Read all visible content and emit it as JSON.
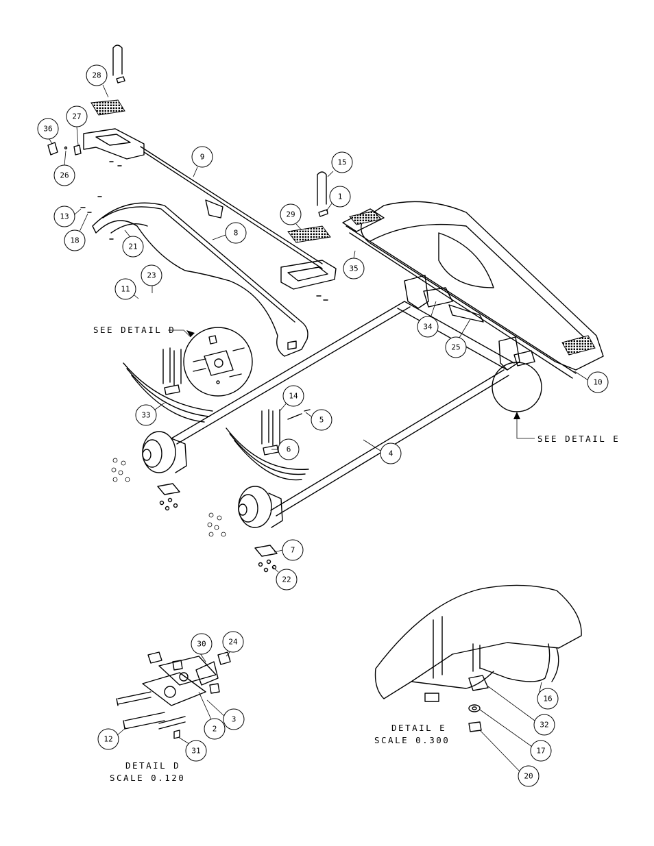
{
  "callouts": [
    {
      "id": "1",
      "label": "1"
    },
    {
      "id": "2",
      "label": "2"
    },
    {
      "id": "3",
      "label": "3"
    },
    {
      "id": "4",
      "label": "4"
    },
    {
      "id": "5",
      "label": "5"
    },
    {
      "id": "6",
      "label": "6"
    },
    {
      "id": "7",
      "label": "7"
    },
    {
      "id": "8",
      "label": "8"
    },
    {
      "id": "9",
      "label": "9"
    },
    {
      "id": "10",
      "label": "10"
    },
    {
      "id": "11",
      "label": "11"
    },
    {
      "id": "12",
      "label": "12"
    },
    {
      "id": "13",
      "label": "13"
    },
    {
      "id": "14",
      "label": "14"
    },
    {
      "id": "15",
      "label": "15"
    },
    {
      "id": "16",
      "label": "16"
    },
    {
      "id": "17",
      "label": "17"
    },
    {
      "id": "18",
      "label": "18"
    },
    {
      "id": "20",
      "label": "20"
    },
    {
      "id": "21",
      "label": "21"
    },
    {
      "id": "22",
      "label": "22"
    },
    {
      "id": "23",
      "label": "23"
    },
    {
      "id": "24",
      "label": "24"
    },
    {
      "id": "25",
      "label": "25"
    },
    {
      "id": "26",
      "label": "26"
    },
    {
      "id": "27",
      "label": "27"
    },
    {
      "id": "28",
      "label": "28"
    },
    {
      "id": "29",
      "label": "29"
    },
    {
      "id": "30",
      "label": "30"
    },
    {
      "id": "31",
      "label": "31"
    },
    {
      "id": "32",
      "label": "32"
    },
    {
      "id": "33",
      "label": "33"
    },
    {
      "id": "34",
      "label": "34"
    },
    {
      "id": "35",
      "label": "35"
    },
    {
      "id": "36",
      "label": "36"
    }
  ],
  "labels": {
    "see_detail_d": "SEE DETAIL  D",
    "see_detail_e": "SEE DETAIL  E",
    "detail_d_title": "DETAIL  D",
    "detail_d_scale": "SCALE  0.120",
    "detail_e_title": "DETAIL  E",
    "detail_e_scale": "SCALE  0.300"
  }
}
